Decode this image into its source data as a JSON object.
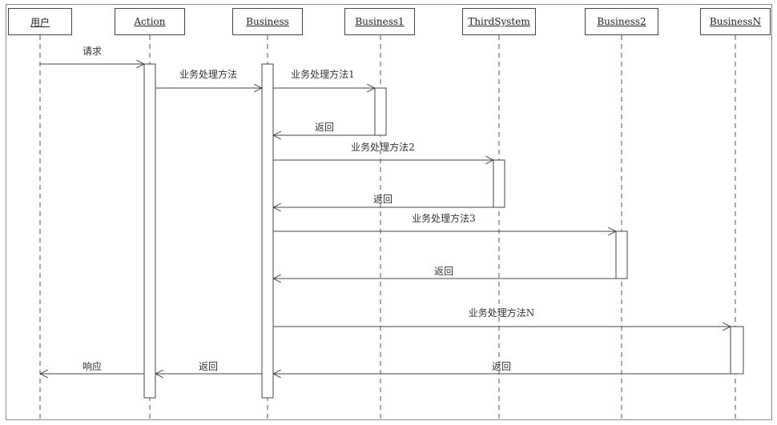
{
  "diagram": {
    "participants": [
      {
        "id": "user",
        "label": "用户"
      },
      {
        "id": "action",
        "label": "Action"
      },
      {
        "id": "business",
        "label": "Business"
      },
      {
        "id": "business1",
        "label": "Business1"
      },
      {
        "id": "thirdsystem",
        "label": "ThirdSystem"
      },
      {
        "id": "business2",
        "label": "Business2"
      },
      {
        "id": "businessn",
        "label": "BusinessN"
      }
    ],
    "messages": [
      {
        "from": "user",
        "to": "action",
        "label": "请求"
      },
      {
        "from": "action",
        "to": "business",
        "label": "业务处理方法"
      },
      {
        "from": "business",
        "to": "business1",
        "label": "业务处理方法1"
      },
      {
        "from": "business1",
        "to": "business",
        "label": "返回"
      },
      {
        "from": "business",
        "to": "thirdsystem",
        "label": "业务处理方法2"
      },
      {
        "from": "thirdsystem",
        "to": "business",
        "label": "返回"
      },
      {
        "from": "business",
        "to": "business2",
        "label": "业务处理方法3"
      },
      {
        "from": "business2",
        "to": "business",
        "label": "返回"
      },
      {
        "from": "business",
        "to": "businessn",
        "label": "业务处理方法N"
      },
      {
        "from": "businessn",
        "to": "business",
        "label": "返回"
      },
      {
        "from": "business",
        "to": "action",
        "label": "返回"
      },
      {
        "from": "action",
        "to": "user",
        "label": "响应"
      }
    ]
  }
}
